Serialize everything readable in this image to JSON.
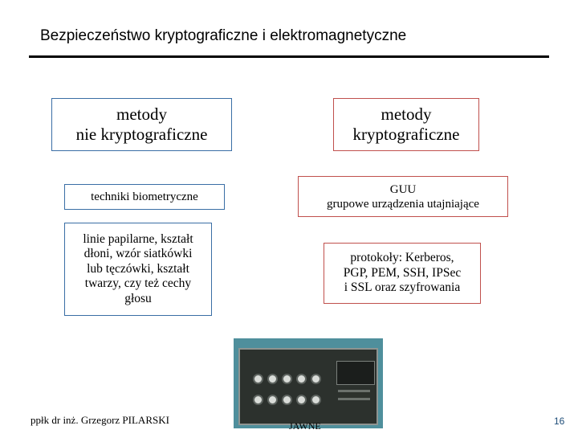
{
  "slide": {
    "title": "Bezpieczeństwo kryptograficzne i elektromagnetyczne",
    "left_column": {
      "heading_line1": "metody",
      "heading_line2": "nie kryptograficzne",
      "biometrics": "techniki biometryczne",
      "description_lines": [
        "linie papilarne, kształt",
        "dłoni, wzór siatkówki",
        "lub tęczówki, kształt",
        "twarzy, czy też cechy",
        "głosu"
      ]
    },
    "right_column": {
      "heading_line1": "metody",
      "heading_line2": "kryptograficzne",
      "guu_line1": "GUU",
      "guu_line2": "grupowe urządzenia utajniające",
      "protocols_lines": [
        "protokoły: Kerberos,",
        "PGP, PEM, SSH, IPSec",
        "i SSL oraz szyfrowania"
      ]
    },
    "footer": {
      "author": "ppłk dr inż. Grzegorz PILARSKI",
      "classification": "JAWNE",
      "page_number": "16"
    },
    "colors": {
      "blue_border": "#3a6ea5",
      "red_border": "#c0504d",
      "page_number": "#1f4e79"
    }
  }
}
